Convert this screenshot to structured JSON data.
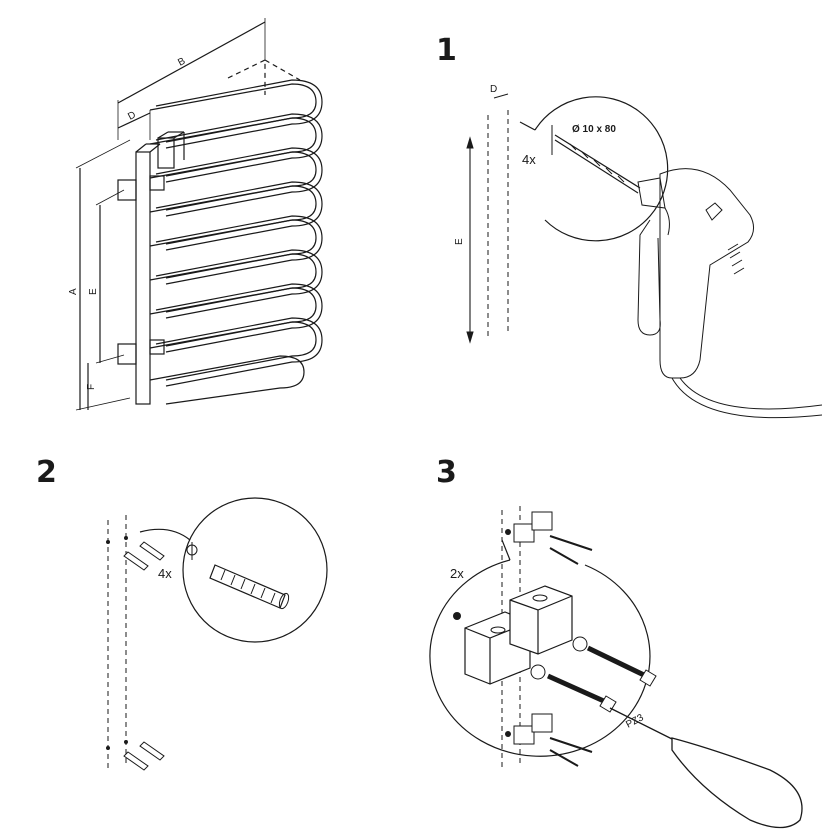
{
  "overview": {
    "dims": {
      "A": "A",
      "B": "B",
      "D": "D",
      "E": "E",
      "F": "F"
    }
  },
  "step1": {
    "number": "1",
    "dim_d": "D",
    "dim_e": "E",
    "qty": "4x",
    "drill_spec": "Ø 10 x 80"
  },
  "step2": {
    "number": "2",
    "qty": "4x"
  },
  "step3": {
    "number": "3",
    "qty": "2x",
    "screwdriver": "PZ3"
  },
  "icons": [
    "radiator-illustration",
    "drill-icon",
    "wall-plug-icon",
    "bracket-icon",
    "screw-icon",
    "screwdriver-icon"
  ]
}
